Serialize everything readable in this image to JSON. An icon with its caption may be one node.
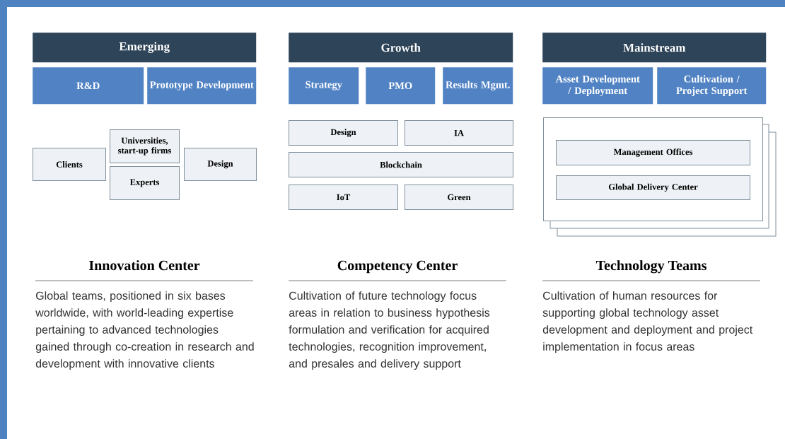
{
  "diagram": {
    "nodes": [
      {
        "text": [
          "Emerging"
        ]
      },
      {
        "text": [
          "R&D"
        ]
      },
      {
        "text": [
          "Prototype Development"
        ]
      },
      {
        "text": [
          "Universities, start-up firms"
        ]
      },
      {
        "text": [
          "Clients"
        ]
      },
      {
        "text": [
          "Design"
        ]
      },
      {
        "text": [
          "Experts"
        ]
      },
      {
        "text": [
          "Growth"
        ]
      },
      {
        "text": [
          "Strategy"
        ]
      },
      {
        "text": [
          "PMO"
        ]
      },
      {
        "text": [
          "Results Mgmt."
        ]
      },
      {
        "text": [
          "Design"
        ]
      },
      {
        "text": [
          "IA"
        ]
      },
      {
        "text": [
          "Blockchain"
        ]
      },
      {
        "text": [
          "IoT"
        ]
      },
      {
        "text": [
          "Green"
        ]
      },
      {
        "text": [
          "Mainstream"
        ]
      },
      {
        "text": [
          "Asset Development / Deployment"
        ]
      },
      {
        "text": [
          "Cultivation / Project Support"
        ]
      },
      {
        "text": [],
        "shape": "box"
      },
      {
        "text": [
          "Management Offices"
        ],
        "in": 19
      },
      {
        "text": [
          "Global Delivery Center"
        ],
        "in": 19
      }
    ],
    "labels": [
      "Innovation Center",
      "Global teams, positioned in six bases worldwide, with world-leading expertise pertaining to advanced technologies gained through co-creation in research and development with innovative clients",
      "Competency Center",
      "Cultivation of future technology focus areas in relation to business hypothesis formulation and verification for acquired technologies, recognition improvement, and presales and delivery support",
      "Technology Teams",
      "Cultivation of human resources for supporting global technology asset development and deployment and project implementation in focus areas"
    ]
  }
}
